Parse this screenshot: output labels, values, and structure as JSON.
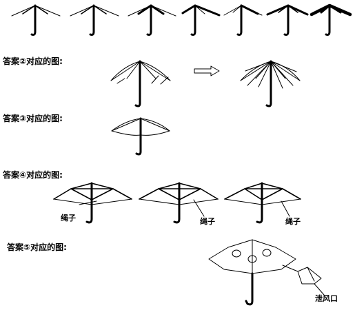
{
  "labels": {
    "answer2": "答案②对应的图:",
    "answer3": "答案③对应的图:",
    "answer4": "答案④对应的图:",
    "answer5": "答案⑤对应的图:"
  },
  "annotations": {
    "rope": "绳子",
    "vent": "泄风口"
  },
  "colors": {
    "ink": "#000000",
    "background": "#ffffff"
  }
}
